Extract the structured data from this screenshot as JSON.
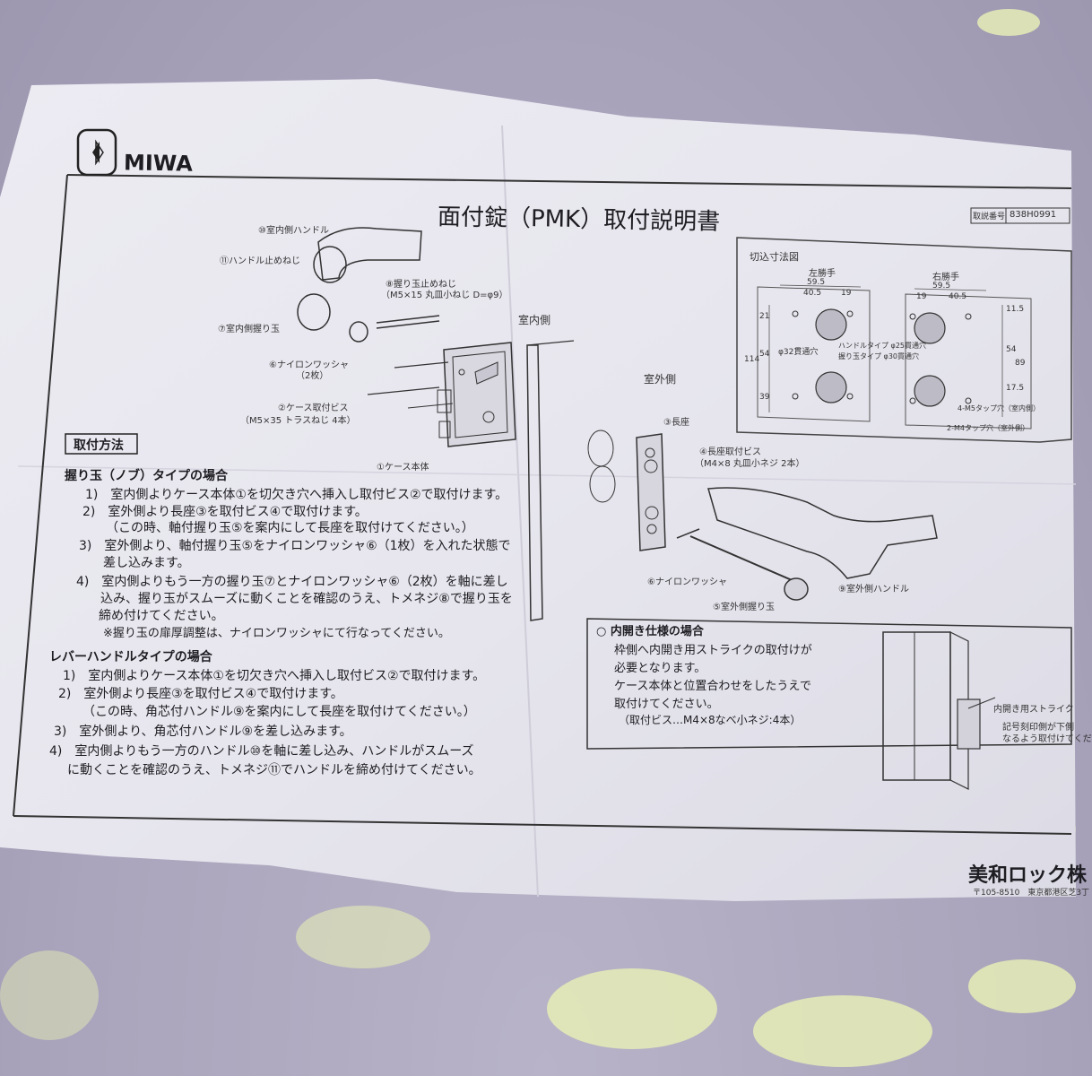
{
  "header": {
    "brand": "MIWA",
    "title": "面付錠（PMK）取付説明書",
    "doc_no_label": "取説番号",
    "doc_no": "838H0991"
  },
  "diagram_labels": {
    "indoor_handle": "⑩室内側ハンドル",
    "handle_screw": "⑪ハンドル止めねじ",
    "knob_screw": "⑧握り玉止めねじ",
    "knob_screw_spec": "（M5×15 丸皿小ねじ D=φ9）",
    "indoor_knob": "⑦室内側握り玉",
    "nylon_washer": "⑥ナイロンワッシャ",
    "nylon_washer_qty": "（2枚）",
    "case_screw": "②ケース取付ビス",
    "case_screw_spec": "（M5×35 トラスねじ 4本）",
    "case_body": "①ケース本体",
    "indoor_side": "室内側",
    "outdoor_side": "室外側",
    "escutcheon": "③長座",
    "escutcheon_screw": "④長座取付ビス",
    "escutcheon_screw_spec": "（M4×8 丸皿小ネジ 2本）",
    "nylon_washer_2": "⑥ナイロンワッシャ",
    "outdoor_knob": "⑤室外側握り玉",
    "outdoor_handle": "⑨室外側ハンドル"
  },
  "cutout": {
    "title": "切込寸法図",
    "left": "左勝手",
    "right": "右勝手",
    "dims_left": [
      "59.5",
      "40.5",
      "19"
    ],
    "dims_right": [
      "59.5",
      "19",
      "40.5"
    ],
    "vert_dims": [
      "21",
      "54",
      "114",
      "39"
    ],
    "vert_dims_right": [
      "11.5",
      "54",
      "89",
      "17.5"
    ],
    "hole1": "φ32貫通穴",
    "hole2": "ハンドルタイプ φ25貫通穴",
    "hole3": "握り玉タイプ φ30貫通穴",
    "tap1": "4-M5タップ穴（室内側）",
    "tap2": "2-M4タップ穴（室外側）"
  },
  "method": {
    "heading": "取付方法",
    "knob_heading": "握り玉（ノブ）タイプの場合",
    "knob_steps": [
      "1)　室内側よりケース本体①を切欠き穴へ挿入し取付ビス②で取付けます。",
      "2)　室外側より長座③を取付ビス④で取付けます。",
      "（この時、軸付握り玉⑤を案内にして長座を取付けてください。）",
      "3)　室外側より、軸付握り玉⑤をナイロンワッシャ⑥（1枚）を入れた状態で",
      "差し込みます。",
      "4)　室内側よりもう一方の握り玉⑦とナイロンワッシャ⑥（2枚）を軸に差し",
      "込み、握り玉がスムーズに動くことを確認のうえ、トメネジ⑧で握り玉を",
      "締め付けてください。",
      "※握り玉の扉厚調整は、ナイロンワッシャにて行なってください。"
    ],
    "lever_heading": "レバーハンドルタイプの場合",
    "lever_steps": [
      "1)　室内側よりケース本体①を切欠き穴へ挿入し取付ビス②で取付けます。",
      "2)　室外側より長座③を取付ビス④で取付けます。",
      "（この時、角芯付ハンドル⑨を案内にして長座を取付けてください。）",
      "3)　室外側より、角芯付ハンドル⑨を差し込みます。",
      "4)　室内側よりもう一方のハンドル⑩を軸に差し込み、ハンドルがスムーズ",
      "に動くことを確認のうえ、トメネジ⑪でハンドルを締め付けてください。"
    ]
  },
  "inward": {
    "heading": "○ 内開き仕様の場合",
    "lines": [
      "枠側へ内開き用ストライクの取付けが",
      "必要となります。",
      "ケース本体と位置合わせをしたうえで",
      "取付けてください。",
      "（取付ビス…M4×8なべ小ネジ:4本）"
    ],
    "strike_label": "内開き用ストライク",
    "strike_note1": "記号刻印側が下側",
    "strike_note2": "なるよう取付けてくだ"
  },
  "footer": {
    "company": "美和ロック株",
    "address": "〒105-8510　東京都港区芝3丁"
  }
}
